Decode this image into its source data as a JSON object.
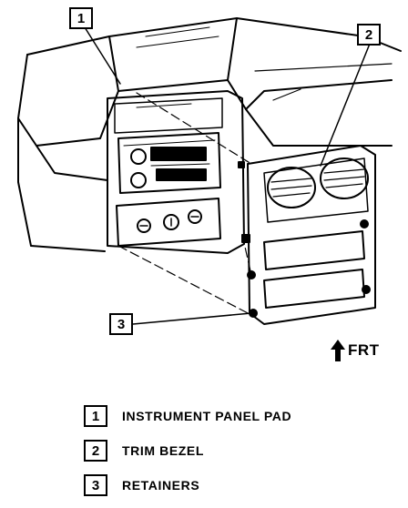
{
  "callouts": [
    "1",
    "2",
    "3"
  ],
  "direction_label": "FRT",
  "legend": [
    {
      "number": "1",
      "label": "INSTRUMENT PANEL PAD"
    },
    {
      "number": "2",
      "label": "TRIM BEZEL"
    },
    {
      "number": "3",
      "label": "RETAINERS"
    }
  ]
}
